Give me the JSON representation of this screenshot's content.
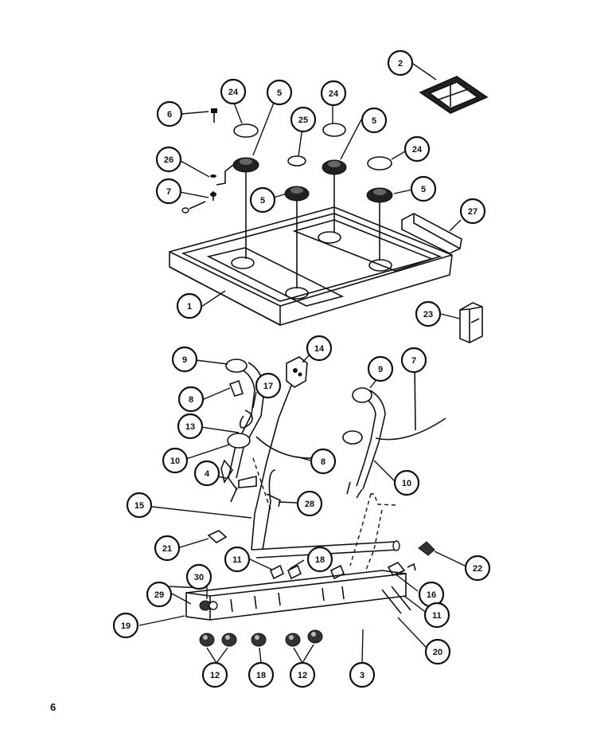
{
  "page_number": "6",
  "callouts": [
    {
      "id": "c2",
      "label": "2"
    },
    {
      "id": "c6",
      "label": "6"
    },
    {
      "id": "c24a",
      "label": "24"
    },
    {
      "id": "c5a",
      "label": "5"
    },
    {
      "id": "c24b",
      "label": "24"
    },
    {
      "id": "c25",
      "label": "25"
    },
    {
      "id": "c5b",
      "label": "5"
    },
    {
      "id": "c24c",
      "label": "24"
    },
    {
      "id": "c26",
      "label": "26"
    },
    {
      "id": "c7a",
      "label": "7"
    },
    {
      "id": "c5c",
      "label": "5"
    },
    {
      "id": "c5d",
      "label": "5"
    },
    {
      "id": "c27",
      "label": "27"
    },
    {
      "id": "c1",
      "label": "1"
    },
    {
      "id": "c23",
      "label": "23"
    },
    {
      "id": "c9a",
      "label": "9"
    },
    {
      "id": "c14",
      "label": "14"
    },
    {
      "id": "c7b",
      "label": "7"
    },
    {
      "id": "c9b",
      "label": "9"
    },
    {
      "id": "c8a",
      "label": "8"
    },
    {
      "id": "c17",
      "label": "17"
    },
    {
      "id": "c13",
      "label": "13"
    },
    {
      "id": "c10a",
      "label": "10"
    },
    {
      "id": "c8b",
      "label": "8"
    },
    {
      "id": "c4",
      "label": "4"
    },
    {
      "id": "c10b",
      "label": "10"
    },
    {
      "id": "c28",
      "label": "28"
    },
    {
      "id": "c15",
      "label": "15"
    },
    {
      "id": "c21",
      "label": "21"
    },
    {
      "id": "c11a",
      "label": "11"
    },
    {
      "id": "c18a",
      "label": "18"
    },
    {
      "id": "c22",
      "label": "22"
    },
    {
      "id": "c30",
      "label": "30"
    },
    {
      "id": "c29",
      "label": "29"
    },
    {
      "id": "c16",
      "label": "16"
    },
    {
      "id": "c19",
      "label": "19"
    },
    {
      "id": "c11b",
      "label": "11"
    },
    {
      "id": "c20",
      "label": "20"
    },
    {
      "id": "c12a",
      "label": "12"
    },
    {
      "id": "c18b",
      "label": "18"
    },
    {
      "id": "c12b",
      "label": "12"
    },
    {
      "id": "c3",
      "label": "3"
    }
  ]
}
